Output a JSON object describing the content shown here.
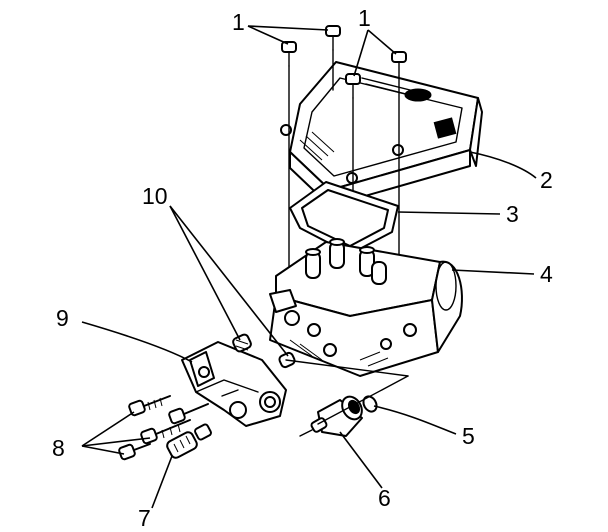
{
  "callouts": {
    "c1a": "1",
    "c1b": "1",
    "c2": "2",
    "c3": "3",
    "c4": "4",
    "c5": "5",
    "c6": "6",
    "c7": "7",
    "c8": "8",
    "c9": "9",
    "c10": "10"
  },
  "parts": {
    "cover": "ebcm-cover",
    "gasket": "cover-gasket",
    "valve_body": "modulator-valve-body",
    "screws": "cover-screws",
    "solenoid": "solenoid",
    "bracket": "bracket",
    "bolts": "bracket-bolts",
    "fitting": "fitting",
    "seals": "seals"
  }
}
